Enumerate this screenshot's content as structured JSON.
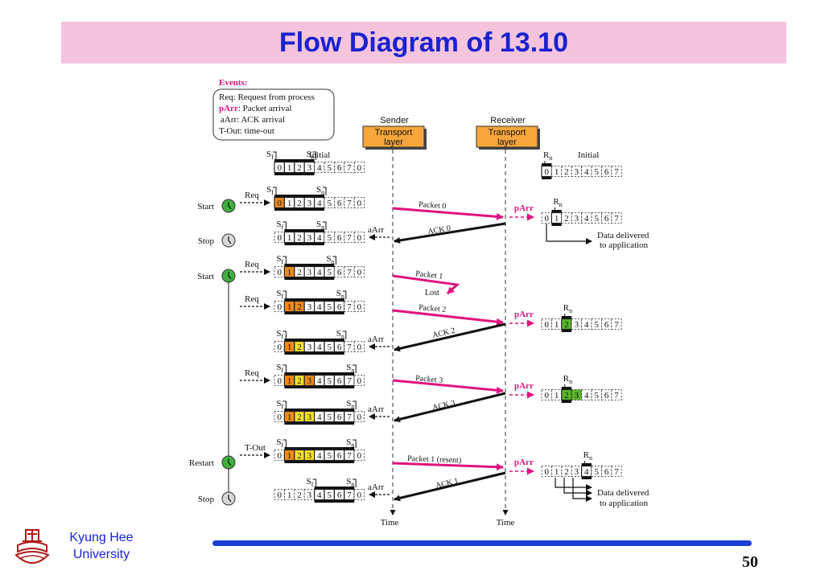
{
  "title": "Flow Diagram of 13.10",
  "events": {
    "heading": "Events:",
    "items": [
      {
        "code": "Req",
        "text": ": Request from process"
      },
      {
        "code": "pArr",
        "text": ": Packet arrival"
      },
      {
        "code": "aArr",
        "text": ": ACK arrival"
      },
      {
        "code": "T-Out",
        "text": ": time-out"
      }
    ]
  },
  "sender": {
    "label": "Sender",
    "box": [
      "Transport",
      "layer"
    ]
  },
  "receiver": {
    "label": "Receiver",
    "box": [
      "Transport",
      "layer"
    ]
  },
  "axis_time": "Time",
  "initial_label": "Initial",
  "var_sf": "S",
  "var_sn": "S",
  "var_rn": "R",
  "sub_f": "f",
  "sub_n": "n",
  "sender_windows": [
    {
      "label": "",
      "sf": 0,
      "sn": 4,
      "highlight": []
    },
    {
      "label": "Req",
      "sf": 0,
      "sn": 5,
      "highlight": [
        0
      ]
    },
    {
      "label": "aArr",
      "sf": 1,
      "sn": 5,
      "highlight": []
    },
    {
      "label": "Req",
      "sf": 1,
      "sn": 6,
      "highlight": [
        1
      ]
    },
    {
      "label": "Req",
      "sf": 1,
      "sn": 7,
      "highlight": [
        1,
        2
      ]
    },
    {
      "label": "aArr",
      "sf": 1,
      "sn": 7,
      "highlight": [
        1,
        2
      ],
      "yellow": [
        2
      ]
    },
    {
      "label": "Req",
      "sf": 1,
      "sn": 8,
      "highlight": [
        1,
        2,
        3
      ],
      "yellow": [
        2
      ]
    },
    {
      "label": "aArr",
      "sf": 1,
      "sn": 8,
      "highlight": [
        1,
        2,
        3
      ],
      "yellow": [
        2,
        3
      ]
    },
    {
      "label": "T-Out",
      "sf": 1,
      "sn": 8,
      "highlight": [
        1,
        2,
        3
      ],
      "yellow": [
        2,
        3
      ]
    },
    {
      "label": "aArr",
      "sf": 4,
      "sn": 8,
      "highlight": []
    }
  ],
  "cells": [
    "0",
    "1",
    "2",
    "3",
    "4",
    "5",
    "6",
    "7",
    "0"
  ],
  "receiver_cells": [
    "0",
    "1",
    "2",
    "3",
    "4",
    "5",
    "6",
    "7"
  ],
  "timers": [
    {
      "label": "Start",
      "state": "on"
    },
    {
      "label": "Stop",
      "state": "off"
    },
    {
      "label": "Start",
      "state": "on"
    },
    {
      "label": "Restart",
      "state": "on"
    },
    {
      "label": "Stop",
      "state": "off"
    }
  ],
  "messages": {
    "packet0": "Packet 0",
    "ack0": "ACK 0",
    "packet1": "Packet 1",
    "lost": "Lost",
    "packet2": "Packet 2",
    "ack2": "ACK 2",
    "packet3": "Packet 3",
    "ack3": "ACK 3",
    "packet1r": "Packet 1 (resent)",
    "ack1": "ACK 1"
  },
  "event_labels": {
    "parr": "pArr"
  },
  "delivered": [
    "Data delivered",
    "to application"
  ],
  "university": [
    "Kyung Hee",
    "University"
  ],
  "page_number": "50",
  "colors": {
    "title_bg": "#f3c4dc",
    "title_text": "#1a22d0",
    "packet": "#e0137f",
    "ack": "#111111",
    "orange": "#f08a1c",
    "yellow": "#f4e12a",
    "green": "#5bb52c",
    "box": "#f6a63a"
  }
}
